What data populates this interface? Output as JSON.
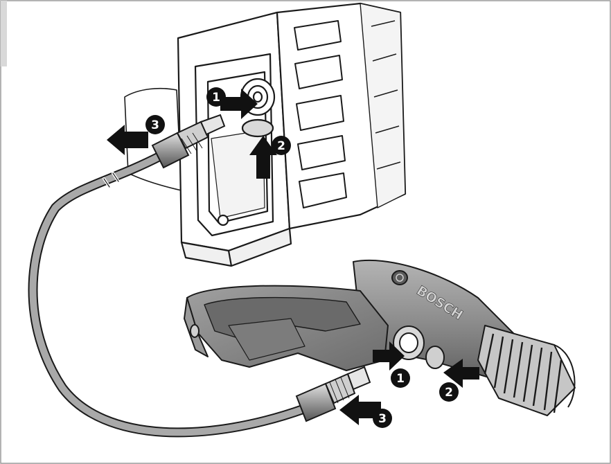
{
  "diagram": {
    "brand_label": "BOSCH",
    "step_markers": {
      "body_release_button": "1",
      "body_lift_tab": "2",
      "body_hose_pull": "3",
      "gun_release_button": "1",
      "gun_rear_button": "2",
      "gun_hose_pull": "3"
    },
    "colors": {
      "line": "#1a1a1a",
      "body_shade": "#f2f2f2",
      "gun_grey": "#8e8e8e",
      "gun_dark": "#5a5a5a",
      "hose": "#a9a9a9",
      "arrow": "#111111"
    },
    "icons": {
      "arrow": "arrow-icon",
      "marker": "numbered-step-marker"
    }
  }
}
